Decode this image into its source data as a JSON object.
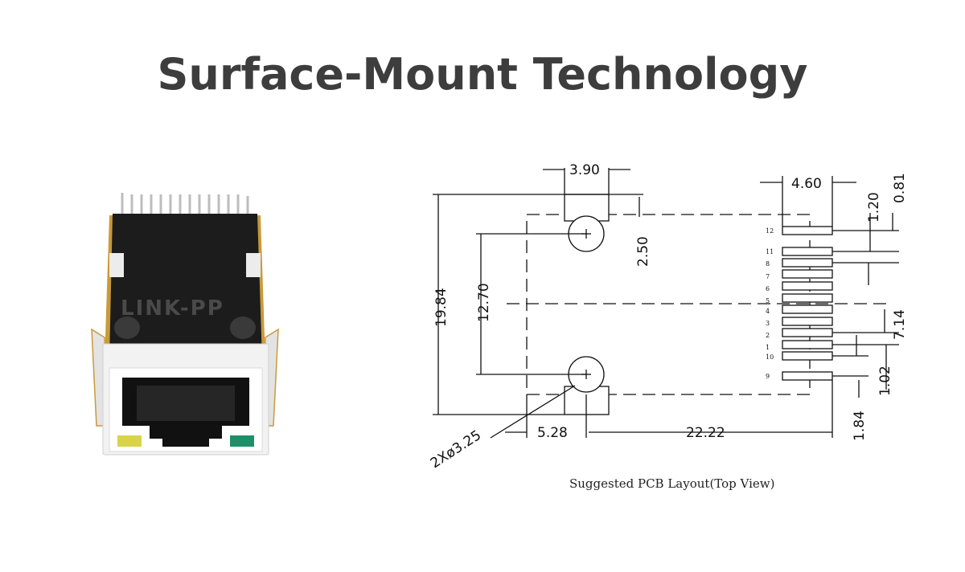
{
  "title": "Surface-Mount Technology",
  "product": {
    "brand_watermark": "LINK-PP",
    "led_left_color": "#d8d44a",
    "led_right_color": "#1f8f6a",
    "gold_color": "#c99a3a"
  },
  "drawing": {
    "dimensions": {
      "top_pad_width": "3.90",
      "right_pad_width": "4.60",
      "pin_pitch_a": "1.20",
      "pin_pitch_b": "0.81",
      "pad_offset": "2.50",
      "overall_height": "19.84",
      "hole_spacing": "12.70",
      "pin_span": "7.14",
      "pin_gap": "1.02",
      "pin_offset": "1.84",
      "hole_to_edge": "5.28",
      "hole_to_pins": "22.22",
      "hole_diameter": "2Xø3.25"
    },
    "pin_labels": [
      "12",
      "11",
      "8",
      "7",
      "6",
      "5",
      "4",
      "3",
      "2",
      "1",
      "10",
      "9"
    ],
    "caption": "Suggested PCB Layout(Top View)"
  }
}
